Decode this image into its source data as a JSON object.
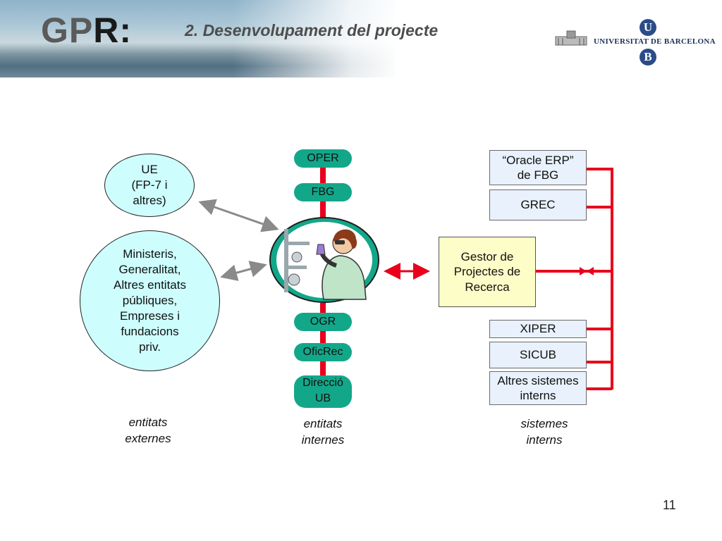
{
  "header": {
    "logo_prefix": "GP",
    "logo_suffix": "R:",
    "title": "2. Desenvolupament del projecte",
    "university_name": "UNIVERSITAT DE BARCELONA",
    "university_initials": [
      "U",
      "B"
    ]
  },
  "external": {
    "entity_1": [
      "UE",
      "(FP-7 i",
      "altres)"
    ],
    "entity_2": [
      "Ministeris,",
      "Generalitat,",
      "Altres entitats",
      "públiques,",
      "Empreses i",
      "fundacions",
      "priv."
    ],
    "caption": [
      "entitats",
      "externes"
    ]
  },
  "internal": {
    "oper": "OPER",
    "fbg": "FBG",
    "ogr": "OGR",
    "oficrec": "OficRec",
    "direccio": [
      "Direcció",
      "UB"
    ],
    "caption": [
      "entitats",
      "internes"
    ]
  },
  "gestor": {
    "lines": [
      "Gestor de",
      "Projectes de",
      "Recerca"
    ]
  },
  "systems": {
    "oracle": [
      "“Oracle ERP”",
      "de FBG"
    ],
    "grec": "GREC",
    "xiper": "XIPER",
    "sicub": "SICUB",
    "altres": [
      "Altres sistemes",
      "interns"
    ],
    "caption": [
      "sistemes",
      "interns"
    ]
  },
  "page_number": "11",
  "colors": {
    "pill": "#13a78a",
    "connector_red": "#e8001c",
    "arrow_gray": "#8a8a8a",
    "ellipse_fill": "#cdfdfd",
    "gestor_fill": "#fdfdc8",
    "system_fill": "#e8f1fc"
  },
  "icons": [
    "scientist-clipart"
  ]
}
